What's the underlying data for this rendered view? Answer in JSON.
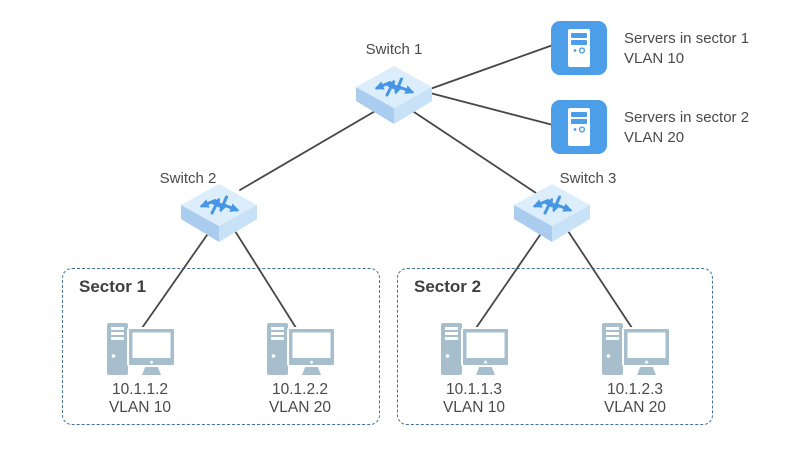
{
  "colors": {
    "line_color": "#474747",
    "text_color": "#4a4a4a",
    "sector_border": "#41719c",
    "server_blue": "#4d9ee8",
    "switch_top": "#dcedfb",
    "switch_left": "#a9ccef",
    "switch_right": "#c7e1f7",
    "switch_arrow": "#4796e3",
    "pc_color": "#a7bfcd"
  },
  "nodes": {
    "switch1": {
      "label": "Switch 1"
    },
    "switch2": {
      "label": "Switch 2"
    },
    "switch3": {
      "label": "Switch 3"
    },
    "server1": {
      "line1": "Servers in sector 1",
      "line2": "VLAN 10"
    },
    "server2": {
      "line1": "Servers in sector 2",
      "line2": "VLAN 20"
    }
  },
  "sectors": [
    {
      "title": "Sector 1",
      "pcs": [
        {
          "ip": "10.1.1.2",
          "vlan": "VLAN 10"
        },
        {
          "ip": "10.1.2.2",
          "vlan": "VLAN 20"
        }
      ]
    },
    {
      "title": "Sector 2",
      "pcs": [
        {
          "ip": "10.1.1.3",
          "vlan": "VLAN 10"
        },
        {
          "ip": "10.1.2.3",
          "vlan": "VLAN 20"
        }
      ]
    }
  ]
}
